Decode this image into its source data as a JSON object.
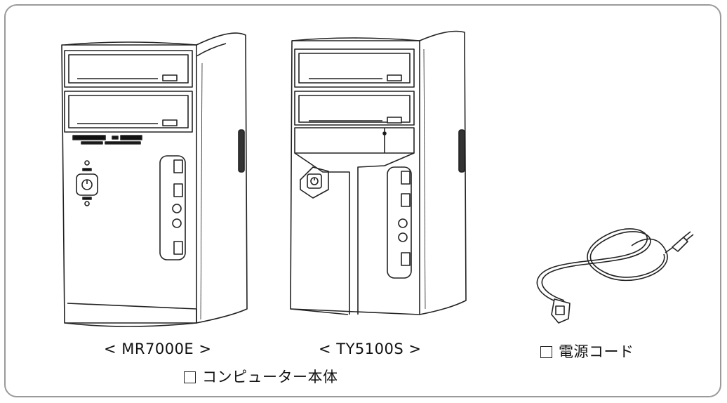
{
  "products": {
    "pc1": {
      "label": "< MR7000E >"
    },
    "pc2": {
      "label": "< TY5100S >"
    }
  },
  "power_cord": {
    "checkbox_checked": false,
    "label": "電源コード"
  },
  "computer_body": {
    "checkbox_checked": false,
    "label": "コンピューター本体"
  },
  "colors": {
    "frame": "#9a9a9a",
    "line": "#222222",
    "text": "#111111"
  }
}
